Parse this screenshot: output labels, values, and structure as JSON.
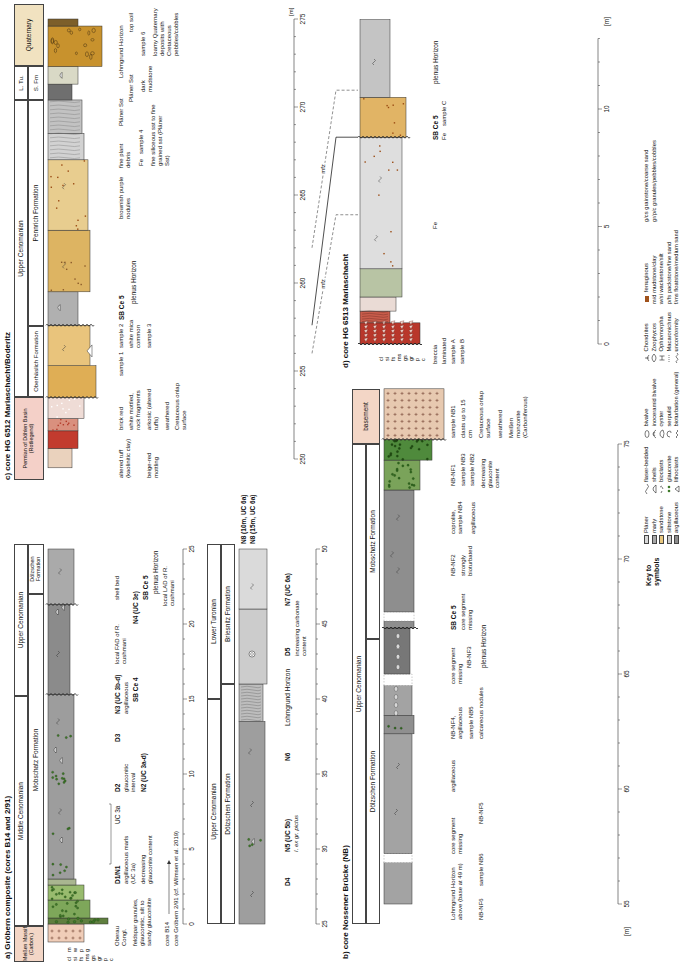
{
  "diagram": {
    "nodes": [
      {
        "text": [
          "Meißen Massif (Carbon.)"
        ]
      },
      {
        "text": [
          "Middle Cenomanian"
        ]
      },
      {
        "text": [
          "Upper Cenomanian"
        ]
      },
      {
        "text": [
          "Mobschatz Formation"
        ]
      },
      {
        "text": [
          "Dölzschen Formation"
        ]
      },
      {
        "text": [
          "Upper Cenomanian"
        ]
      },
      {
        "text": [
          "Lower Turonian"
        ]
      },
      {
        "text": [
          "Dölzschen Formation"
        ]
      },
      {
        "text": [
          "Briesnitz Formation"
        ]
      },
      {
        "text": [
          "basement"
        ]
      },
      {
        "text": [
          "Upper Cenomanian"
        ]
      },
      {
        "text": [
          "Dölzschen Formation"
        ]
      },
      {
        "text": [
          "Mobschatz Formation"
        ]
      },
      {
        "text": [
          "Permian of Döhlen Basin (Rotliegend)"
        ]
      },
      {
        "text": [
          "Upper Cenomanian"
        ]
      },
      {
        "text": [
          "L. Tu."
        ]
      },
      {
        "text": [
          "Quaternary"
        ]
      },
      {
        "text": [
          "Oberhäslich Formation"
        ]
      },
      {
        "text": [
          "Pennrich Formation"
        ]
      },
      {
        "text": [
          "S. Fm"
        ]
      }
    ],
    "labels": [
      "a) Gröbern composite (cores B14 and 2/91)",
      "cl",
      "si",
      "fs",
      "ms",
      "gs",
      "gr",
      "p",
      "c",
      "m",
      "w",
      "p",
      "g",
      "Oberau Congl.",
      "feldspar granules, glauconitic, silt to sandy glauconitite",
      "D1/N1",
      "argillaceous marls (UC 3a)",
      "decreasing glauconite content",
      "UC 3a",
      "D2",
      "glauconitic interval",
      "N2 (UC 3a-d)",
      "D3",
      "N3 (UC 3b-d)",
      "argillaceous",
      "SB Ce 4",
      "local FAD of R. cushmani",
      "shell bed",
      "N4 (UC 3e)",
      "SB Ce 5",
      "plenus Horizon",
      "local LAD of R. cushmani",
      "core B14",
      "core Gröbern 2/91 (cf. Wilmsen et al. 2019)",
      "0",
      "5",
      "10",
      "15",
      "20",
      "25",
      "D4",
      "N5 (UC 5b)",
      "I. ex gr. pictus",
      "N6",
      "Lohmgrund Horizon",
      "D5",
      "increasing carbonate content",
      "N7 (UC 6a)",
      "N8 (10m, UC 6a)",
      "N8 (15m, UC 6a)",
      "25",
      "30",
      "35",
      "40",
      "45",
      "50",
      "b) core Nossener Brücke (NB)",
      "Lohmgrund Horizon above (base at 49 m)",
      "NB-NF6",
      "sample NB6",
      "core segment missing",
      "NB-NF5",
      "argillaceous",
      "NB-NF4, argillaceous",
      "sample NB5",
      "calcareous nodules",
      "core segment missing",
      "NB-NF3",
      "plenus Horizon",
      "SB Ce 5",
      "core segment missing",
      "NB-NF2",
      "strongly bioturbated",
      "coprolite, sample NB4",
      "argillaceous",
      "NB-NF1",
      "sample NB3",
      "sample NB2",
      "decreasing glauconite content",
      "sample NB1",
      "clasts up to 15 cm",
      "Cretaceous onlap surface",
      "weathered",
      "Meißen monzonite (Carboniferous)",
      "55",
      "60",
      "65",
      "70",
      "75",
      "[m]",
      "c) core HG 6512 Mariaschacht/Boderitz",
      "altered tuff (kaolinitic clay)",
      "beige-red mottling",
      "brick red",
      "white mottled, rock fragments",
      "arkosic (altered tuffs)",
      "weathered",
      "Cretaceous onlap surface",
      "sample 1",
      "sample 2",
      "white mica common",
      "sample 3",
      "SB Ce 5",
      "plenus Horizon",
      "brownish purple nodules",
      "fine plant debris",
      "Fe",
      "sample 4",
      "fine siliceous sst to fine grained sst (Pläner Sst)",
      "Pläner Sst",
      "Pläner Sst",
      "dark mudstone",
      "Lohmgrund Horizon",
      "sample 6",
      "loamy Quaternary deposits with Cretaceous pebbles/cobbles",
      "top soil",
      "250",
      "255",
      "260",
      "265",
      "270",
      "275",
      "[m]",
      "mfz",
      "mfz",
      "d) core HG 6513 Mariaschacht",
      "breccia",
      "laminated",
      "sample A",
      "sample B",
      "Fe",
      "SB Ce 5",
      "Fe",
      "sample C",
      "plenus Horizon",
      "0",
      "5",
      "10",
      "[m]",
      "cl",
      "si",
      "fs",
      "ms",
      "gs",
      "gr",
      "p",
      "c",
      "Key to symbols"
    ],
    "legend": [
      {
        "text": "Pläner",
        "color": "#d9d9d9"
      },
      {
        "text": "marly",
        "color": "#a8a8a8"
      },
      {
        "text": "sandstone",
        "color": "#e8c77e"
      },
      {
        "text": "siltstone",
        "color": "#cdcdcd"
      },
      {
        "text": "argillaceous",
        "color": "#8d8d8d"
      },
      {
        "text": "flaser-bedded"
      },
      {
        "text": "shells"
      },
      {
        "text": "bioclasts"
      },
      {
        "text": "glauconite"
      },
      {
        "text": "lithoclasts"
      },
      {
        "text": "bivalve"
      },
      {
        "text": "inoceramid bivalve"
      },
      {
        "text": "oyster"
      },
      {
        "text": "serpulid"
      },
      {
        "text": "bioturbation (general)"
      },
      {
        "text": "Chondrites"
      },
      {
        "text": "Zoophycos"
      },
      {
        "text": "Ophiomorpha"
      },
      {
        "text": "Macaronichnus"
      },
      {
        "text": "unconformity"
      },
      {
        "text": "ferruginous"
      },
      {
        "text": "m/d mudstone/clay"
      },
      {
        "text": "w/si wackestone/silt"
      },
      {
        "text": "p/fs packstone/fine sand"
      },
      {
        "text": "f/ms floatstone/medium sand"
      },
      {
        "text": "g/cs grainstone/coarse sand"
      },
      {
        "text": "gr/p/c granules/pebbles/cobbles"
      }
    ]
  }
}
